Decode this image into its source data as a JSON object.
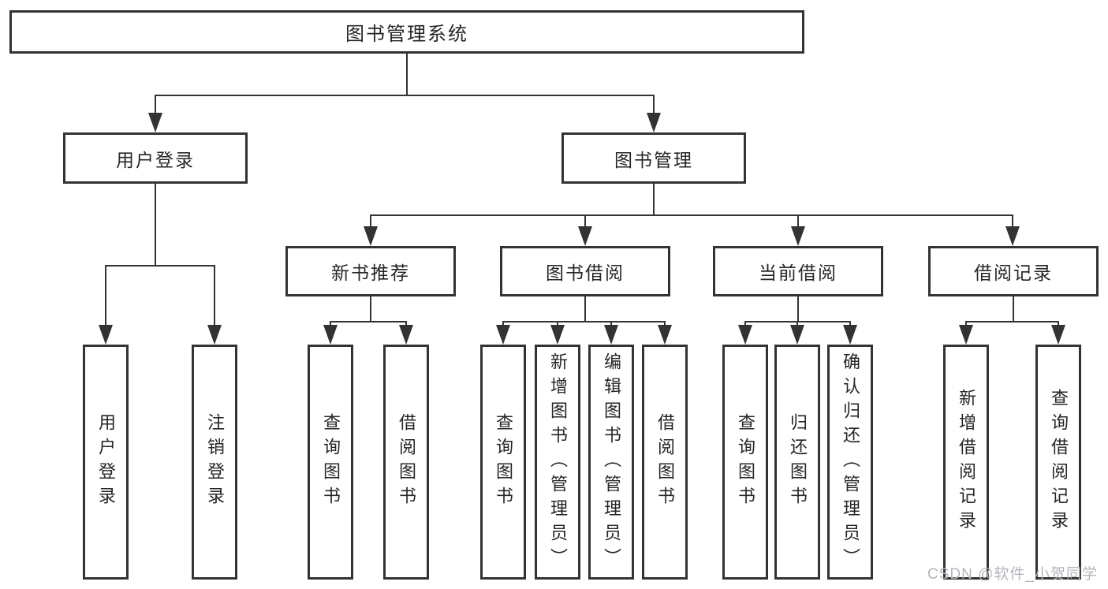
{
  "diagram_title": "图书管理系统",
  "nodes": {
    "root": "图书管理系统",
    "user_login": "用户登录",
    "book_mgmt": "图书管理",
    "new_book_rec": "新书推荐",
    "book_borrow": "图书借阅",
    "current_borrow": "当前借阅",
    "borrow_record": "借阅记录",
    "login": "用户登录",
    "logout": "注销登录",
    "nbr_query": "查询图书",
    "nbr_borrow": "借阅图书",
    "bb_query": "查询图书",
    "bb_add": "新增图书（管理员）",
    "bb_edit": "编辑图书（管理员）",
    "bb_borrow": "借阅图书",
    "cb_query": "查询图书",
    "cb_return": "归还图书",
    "cb_confirm": "确认归还（管理员）",
    "br_add": "新增借阅记录",
    "br_query": "查询借阅记录"
  },
  "edges": [
    {
      "from": "图书管理系统",
      "to": "用户登录"
    },
    {
      "from": "图书管理系统",
      "to": "图书管理"
    },
    {
      "from": "用户登录",
      "to": "用户登录"
    },
    {
      "from": "用户登录",
      "to": "注销登录"
    },
    {
      "from": "图书管理",
      "to": "新书推荐"
    },
    {
      "from": "图书管理",
      "to": "图书借阅"
    },
    {
      "from": "图书管理",
      "to": "当前借阅"
    },
    {
      "from": "图书管理",
      "to": "借阅记录"
    },
    {
      "from": "新书推荐",
      "to": "查询图书"
    },
    {
      "from": "新书推荐",
      "to": "借阅图书"
    },
    {
      "from": "图书借阅",
      "to": "查询图书"
    },
    {
      "from": "图书借阅",
      "to": "新增图书（管理员）"
    },
    {
      "from": "图书借阅",
      "to": "编辑图书（管理员）"
    },
    {
      "from": "图书借阅",
      "to": "借阅图书"
    },
    {
      "from": "当前借阅",
      "to": "查询图书"
    },
    {
      "from": "当前借阅",
      "to": "归还图书"
    },
    {
      "from": "当前借阅",
      "to": "确认归还（管理员）"
    },
    {
      "from": "借阅记录",
      "to": "新增借阅记录"
    },
    {
      "from": "借阅记录",
      "to": "查询借阅记录"
    }
  ],
  "watermark": "CSDN @软件_小贺同学",
  "colors": {
    "line": "#333333",
    "text": "#262626",
    "background": "#ffffff",
    "watermark": "#b4b4bc"
  }
}
